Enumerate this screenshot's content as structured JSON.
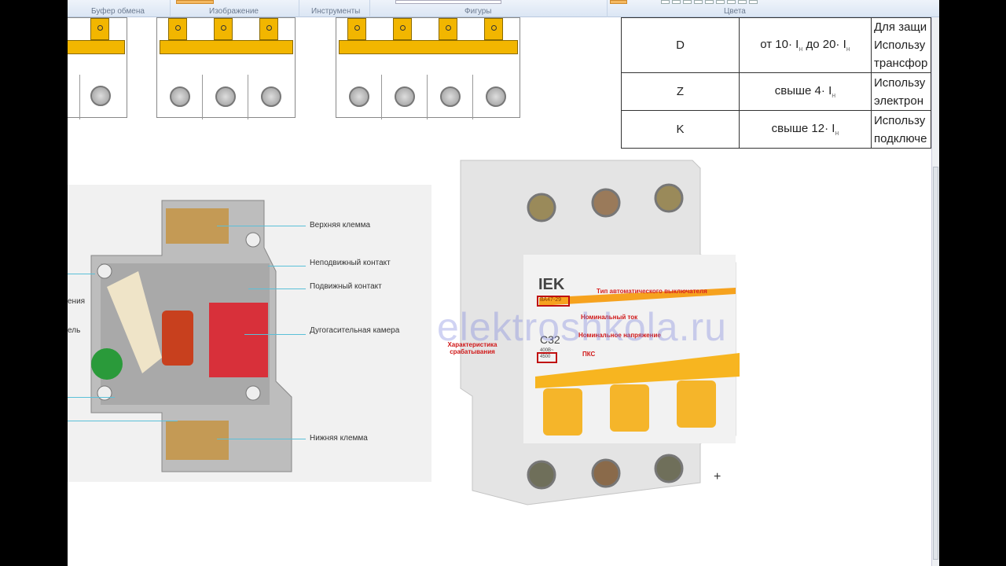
{
  "ribbon": {
    "groups": [
      "Буфер обмена",
      "Изображение",
      "Инструменты",
      "Фигуры",
      "Цвета"
    ]
  },
  "table": {
    "rows": [
      {
        "type": "D",
        "current": "от 10· Iн до 20· Iн",
        "current_parts": [
          "от 10· I",
          "н",
          " до 20· I",
          "н"
        ],
        "use": [
          "Для защи",
          "Использу",
          "трансфор"
        ]
      },
      {
        "type": "Z",
        "current_parts": [
          "свыше 4· I",
          "н"
        ],
        "use": [
          "Использу",
          "электрон"
        ]
      },
      {
        "type": "K",
        "current_parts": [
          "свыше 12· I",
          "н"
        ],
        "use": [
          "Использу",
          "подключе"
        ]
      }
    ]
  },
  "diagram": {
    "labels": [
      "Верхняя клемма",
      "Неподвижный контакт",
      "Подвижный контакт",
      "Дугогасительная камера",
      "Нижняя клемма",
      "ения",
      "ель"
    ]
  },
  "photo": {
    "brand": "IEK",
    "model": "ВА47-29",
    "rating": "C32",
    "voltage": "400В~",
    "pks": "4500",
    "annotations": [
      "Тип автоматического выключателя",
      "Номинальный ток",
      "Номинальное напряжение",
      "Характеристика срабатывания",
      "ПКС"
    ]
  },
  "watermark": "elektroshkola.ru"
}
